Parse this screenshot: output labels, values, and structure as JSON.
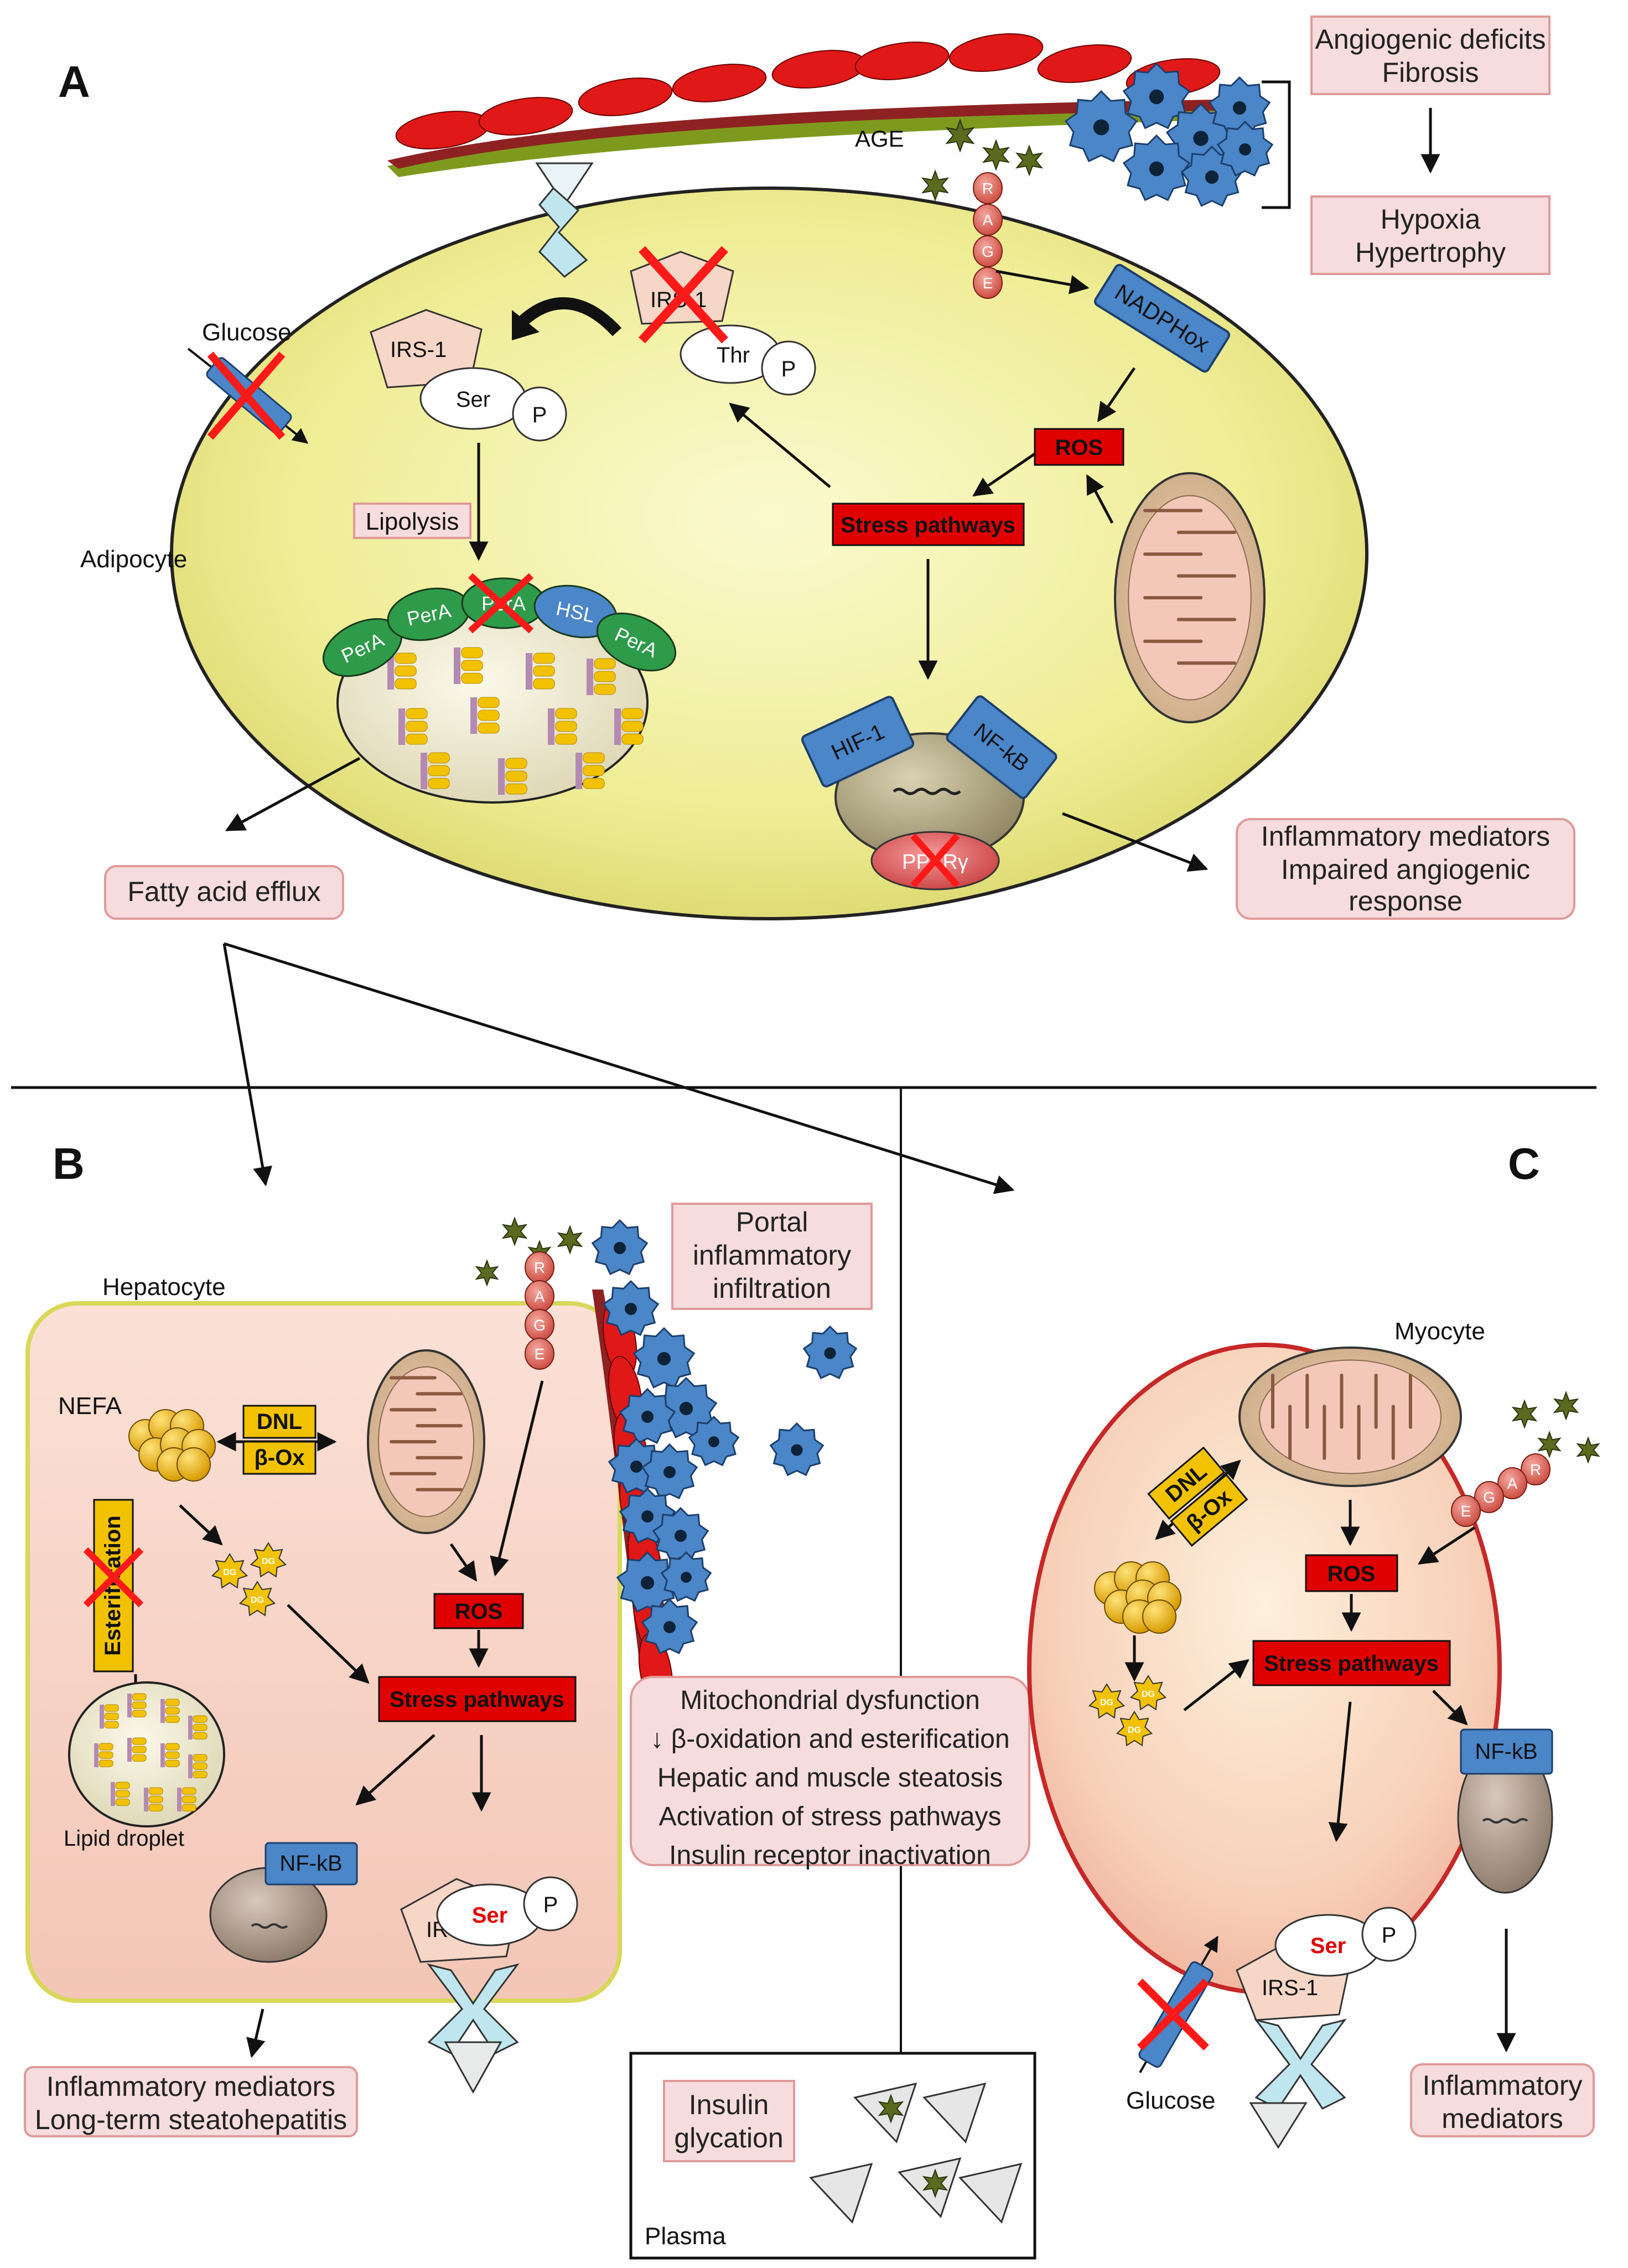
{
  "panels": {
    "a": "A",
    "b": "B",
    "c": "C"
  },
  "panel_a": {
    "outcome_top": [
      "Angiogenic deficits",
      "Fibrosis"
    ],
    "outcome_hypoxia": [
      "Hypoxia",
      "Hypertrophy"
    ],
    "age_label": "AGE",
    "rage_letters": [
      "R",
      "A",
      "G",
      "E"
    ],
    "nadphox": "NADPHox",
    "ros": "ROS",
    "stress": "Stress pathways",
    "glucose": "Glucose",
    "irs_active": "IRS-1",
    "ser": "Ser",
    "p": "P",
    "irs_inhibited": "IRS-1",
    "thr": "Thr",
    "lipolysis": "Lipolysis",
    "adipocyte": "Adipocyte",
    "perilipins": [
      "PerA",
      "PerA",
      "PerA",
      "HSL",
      "PerA"
    ],
    "hif": "HIF-1",
    "nfkb": "NF-kB",
    "pparg": "PPARγ",
    "fatty_acid": "Fatty acid efflux",
    "inflammatory": [
      "Inflammatory mediators",
      "Impaired angiogenic",
      "response"
    ]
  },
  "panel_b": {
    "hepatocyte": "Hepatocyte",
    "portal": [
      "Portal",
      "inflammatory",
      "infiltration"
    ],
    "nefa": "NEFA",
    "dnl": "DNL",
    "box": "β-Ox",
    "dg": "DG",
    "esterification": "Esterification",
    "ros": "ROS",
    "stress": "Stress pathways",
    "lipid_droplet": "Lipid droplet",
    "nfkb": "NF-kB",
    "ser": "Ser",
    "p": "P",
    "irs": "IRS-1",
    "inflammatory": [
      "Inflammatory mediators",
      "Long-term steatohepatitis"
    ],
    "rage_letters": [
      "R",
      "A",
      "G",
      "E"
    ]
  },
  "center": {
    "summary": [
      "Mitochondrial dysfunction",
      "↓ β-oxidation and esterification",
      "Hepatic and muscle steatosis",
      "Activation of stress pathways",
      "Insulin receptor inactivation"
    ],
    "insulin": [
      "Insulin",
      "glycation"
    ],
    "plasma": "Plasma"
  },
  "panel_c": {
    "myocyte": "Myocyte",
    "dnl": "DNL",
    "box": "β-Ox",
    "dg": "DG",
    "ros": "ROS",
    "stress": "Stress pathways",
    "nfkb": "NF-kB",
    "ser": "Ser",
    "p": "P",
    "irs": "IRS-1",
    "glucose": "Glucose",
    "inflammatory": [
      "Inflammatory",
      "mediators"
    ],
    "rage_letters": [
      "R",
      "A",
      "G",
      "E"
    ]
  },
  "colors": {
    "red_box": "#e00000",
    "pink_box": "#f6dcdc",
    "pink_border": "#e09a9a",
    "blue_protein": "#4a86c8",
    "yellow_box": "#f2c200",
    "adipocyte_fill": "#f3f1a6",
    "hepatocyte_fill": "#f9d8cc",
    "myocyte_fill": "#fbd6c4",
    "myocyte_border": "#c62828"
  }
}
